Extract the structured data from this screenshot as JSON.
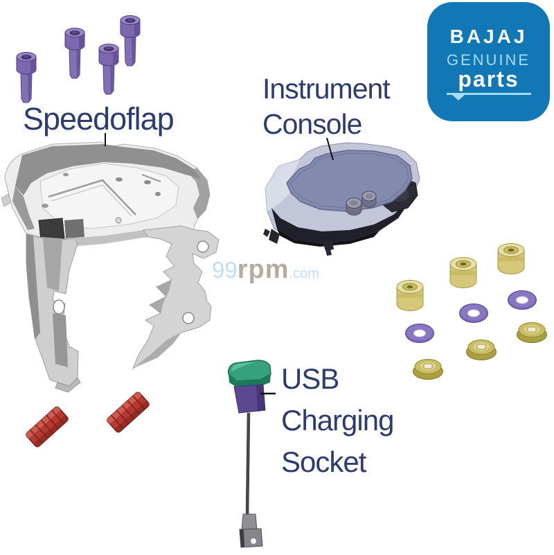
{
  "labels": {
    "speedoflap": "Speedoflap",
    "instrument_console": {
      "line1": "Instrument",
      "line2": "Console"
    },
    "usb_charging_socket": {
      "line1": "USB",
      "line2": "Charging",
      "line3": "Socket"
    }
  },
  "watermark": {
    "prefix": "99",
    "brand": "rpm",
    "suffix": ".com"
  },
  "logo": {
    "brand": "BAJAJ",
    "genuine": "GENUINE",
    "parts": "parts"
  },
  "colors": {
    "label_text": "#2e3b6f",
    "logo_background": "#1278b5",
    "logo_light_blue": "#a5dcf3",
    "screw_purple": "#7c68ae",
    "grommet_yellow": "#d5c878",
    "nut_yellow": "#c9bd62",
    "washer_purple": "#7a68b6",
    "damper_red": "#b43a31",
    "usb_cap_green": "#36a17c",
    "usb_body_purple": "#5a4890",
    "console_slate": "#848aad",
    "bracket_gray": "#ededed",
    "watermark_blue": "#b6d9f1",
    "watermark_gray": "#a79e90"
  },
  "parts_depicted": [
    {
      "name": "mounting screw",
      "count": 4
    },
    {
      "name": "speedoflap bracket",
      "count": 1
    },
    {
      "name": "instrument console",
      "count": 1
    },
    {
      "name": "rubber grommet",
      "count": 3
    },
    {
      "name": "washer",
      "count": 3
    },
    {
      "name": "flanged nut",
      "count": 3
    },
    {
      "name": "damper pad",
      "count": 2
    },
    {
      "name": "usb charging socket",
      "count": 1
    }
  ]
}
